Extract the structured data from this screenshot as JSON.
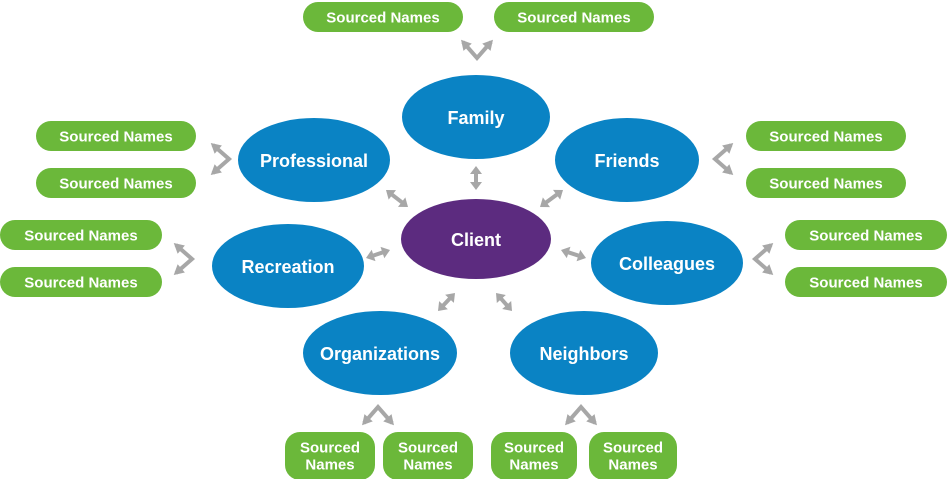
{
  "center": {
    "label": "Client",
    "color": "#5c2b7f"
  },
  "colors": {
    "hub": "#0a83c4",
    "pill": "#6bb83a",
    "arrow": "#a7a7a7",
    "text": "#ffffff"
  },
  "categories": [
    {
      "id": "family",
      "label": "Family",
      "sourced": [
        "Sourced Names",
        "Sourced Names"
      ]
    },
    {
      "id": "friends",
      "label": "Friends",
      "sourced": [
        "Sourced Names",
        "Sourced Names"
      ]
    },
    {
      "id": "colleagues",
      "label": "Colleagues",
      "sourced": [
        "Sourced Names",
        "Sourced Names"
      ]
    },
    {
      "id": "neighbors",
      "label": "Neighbors",
      "sourced": [
        "Sourced Names",
        "Sourced Names"
      ]
    },
    {
      "id": "organizations",
      "label": "Organizations",
      "sourced": [
        "Sourced Names",
        "Sourced Names"
      ]
    },
    {
      "id": "recreation",
      "label": "Recreation",
      "sourced": [
        "Sourced Names",
        "Sourced Names"
      ]
    },
    {
      "id": "professional",
      "label": "Professional",
      "sourced": [
        "Sourced Names",
        "Sourced Names"
      ]
    }
  ]
}
